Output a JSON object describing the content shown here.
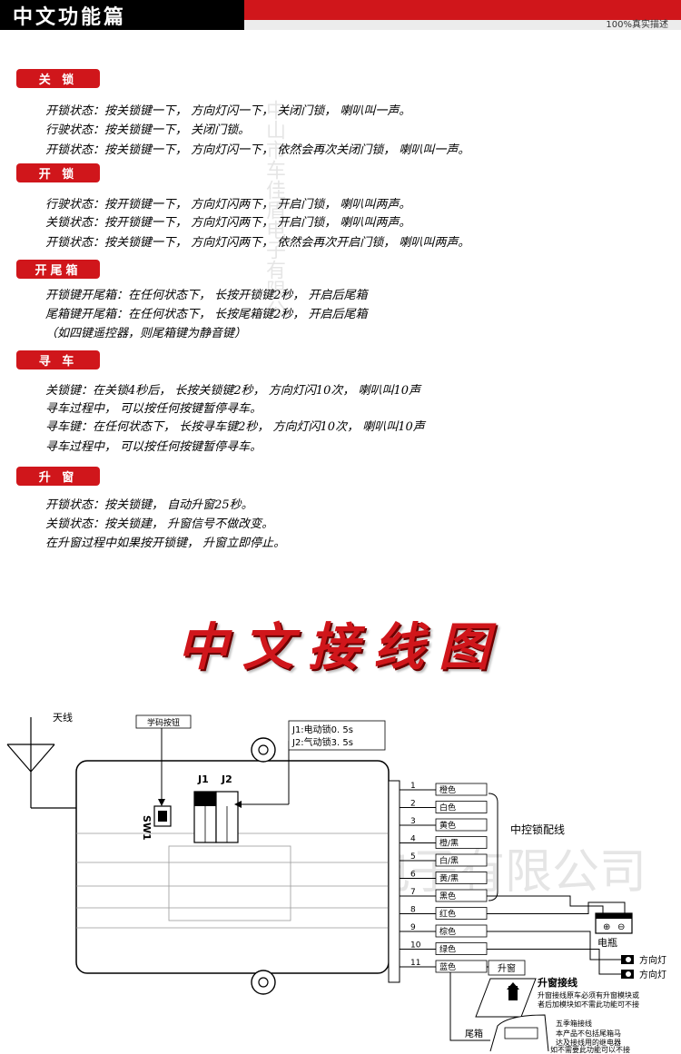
{
  "header": {
    "title": "中文功能篇",
    "subtitle": "100%真实描述"
  },
  "sections": [
    {
      "badge": "关 锁",
      "lines": [
        "开锁状态：按关锁键一下，  方向灯闪一下，  关闭门锁，  喇叭叫一声。",
        "行驶状态：按关锁键一下，  关闭门锁。",
        "开锁状态：按关锁键一下，  方向灯闪一下，  依然会再次关闭门锁，  喇叭叫一声。"
      ]
    },
    {
      "badge": "开 锁",
      "lines": [
        "行驶状态：按开锁键一下，  方向灯闪两下，  开启门锁，  喇叭叫两声。",
        "关锁状态：按开锁键一下，  方向灯闪两下，  开启门锁，  喇叭叫两声。",
        "开锁状态：按关锁键一下，  方向灯闪两下，  依然会再次开启门锁，  喇叭叫两声。"
      ]
    },
    {
      "badge": "开尾箱",
      "lines": [
        "开锁键开尾箱：在任何状态下，  长按开锁键2秒，  开启后尾箱",
        "尾箱键开尾箱：在任何状态下，  长按尾箱键2秒，  开启后尾箱",
        "          （如四键遥控器，则尾箱键为静音键）"
      ]
    },
    {
      "badge": "寻 车",
      "lines": [
        "关锁键：在关锁4秒后，  长按关锁键2秒，  方向灯闪10次，  喇叭叫10声",
        "            寻车过程中，  可以按任何按键暂停寻车。",
        "寻车键：在任何状态下，  长按寻车键2秒，  方向灯闪10次，  喇叭叫10声",
        "            寻车过程中，  可以按任何按键暂停寻车。"
      ]
    },
    {
      "badge": "升 窗",
      "lines": [
        "开锁状态：按关锁键，  自动升窗25秒。",
        "关锁状态：按关锁建，  升窗信号不做改变。",
        "在升窗过程中如果按开锁键，  升窗立即停止。"
      ]
    }
  ],
  "watermark_vertical": "中山市车佳盾电子有限公",
  "diagram_title": "中文接线图",
  "diagram": {
    "antenna_label": "天线",
    "learn_button_label": "学码按钮",
    "sw1_label": "SW1",
    "j1_label": "J1",
    "j2_label": "J2",
    "jumper_j1": "J1:电动锁0. 5s",
    "jumper_j2": "J2:气动锁3. 5s",
    "wires": [
      {
        "num": "1",
        "color_name": "橙色"
      },
      {
        "num": "2",
        "color_name": "白色"
      },
      {
        "num": "3",
        "color_name": "黄色"
      },
      {
        "num": "4",
        "color_name": "橙/黑"
      },
      {
        "num": "5",
        "color_name": "白/黑"
      },
      {
        "num": "6",
        "color_name": "黄/黑"
      },
      {
        "num": "7",
        "color_name": "黑色"
      },
      {
        "num": "8",
        "color_name": "红色"
      },
      {
        "num": "9",
        "color_name": "棕色"
      },
      {
        "num": "10",
        "color_name": "绿色"
      },
      {
        "num": "11",
        "color_name": "蓝色"
      }
    ],
    "central_lock_label": "中控锁配线",
    "battery_label": "电瓶",
    "battery_plus": "⊕",
    "battery_minus": "⊖",
    "turn_light_1": "方向灯",
    "turn_light_2": "方向灯",
    "window_label": "升窗",
    "window_wiring_title": "升窗接线",
    "window_note_1": "升窗接线原车必须有升窗模块或",
    "window_note_2": "者后加模块如不需此功能可不接",
    "trunk_label": "尾箱",
    "trunk_note_title": "五季箱接线",
    "trunk_note_1": "本产品不包括尾箱马",
    "trunk_note_2": "达及接线用的继电器",
    "trunk_note_3": "如不需要此功能可以不接",
    "watermark": "中山市车佳盾电子有限公司"
  }
}
